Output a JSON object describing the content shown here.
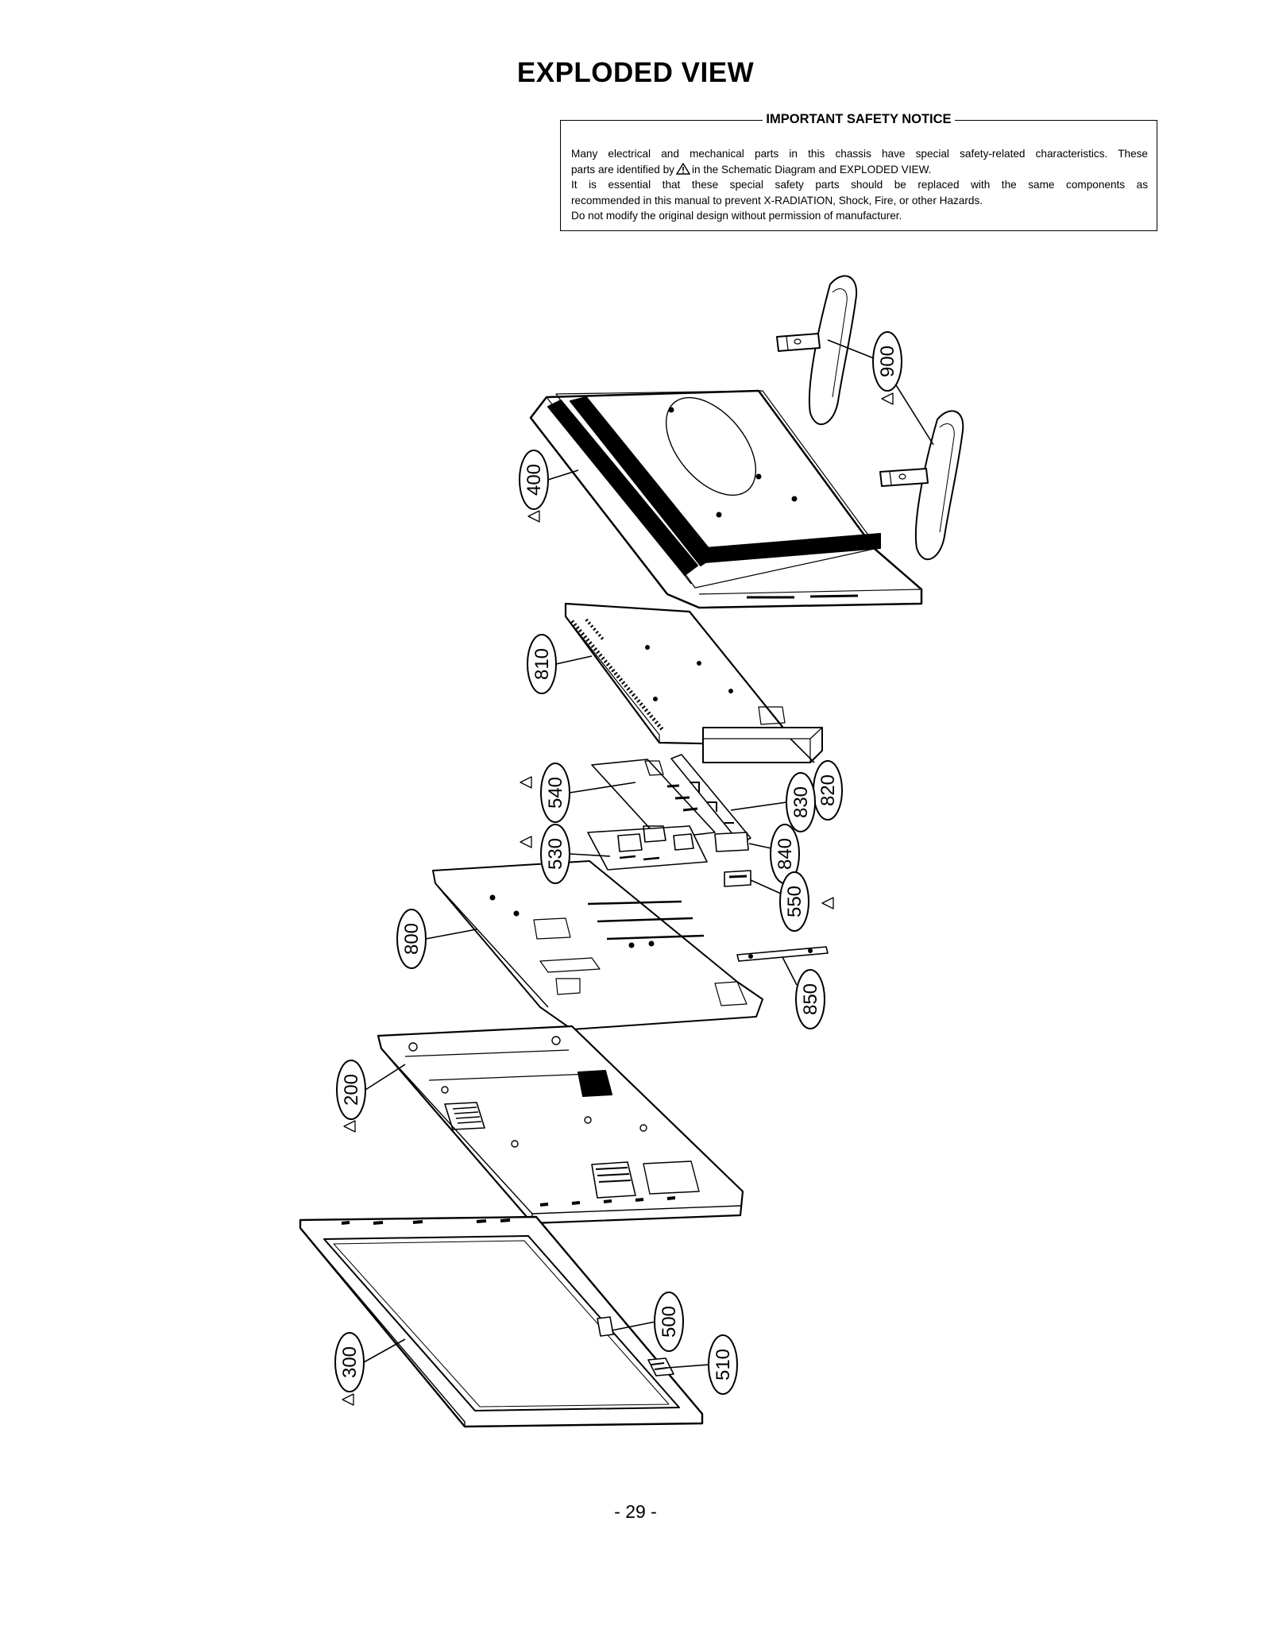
{
  "page": {
    "title": "EXPLODED VIEW",
    "page_number": "- 29 -"
  },
  "safety_notice": {
    "heading": "IMPORTANT SAFETY NOTICE",
    "line1": "Many electrical and mechanical parts in this chassis have special safety-related characteristics. These",
    "line2a": "parts are identified by",
    "line2b": "in the Schematic Diagram and EXPLODED VIEW.",
    "line3": "It is essential that these special safety parts should be replaced with the same components as",
    "line4": "recommended in this manual to prevent X-RADIATION, Shock, Fire, or other Hazards.",
    "line5": "Do not modify the original design without permission of manufacturer."
  },
  "callouts": {
    "c900": "900",
    "c400": "400",
    "c810": "810",
    "c820": "820",
    "c540": "540",
    "c830": "830",
    "c530": "530",
    "c840": "840",
    "c550": "550",
    "c800": "800",
    "c850": "850",
    "c200": "200",
    "c500": "500",
    "c510": "510",
    "c300": "300"
  }
}
